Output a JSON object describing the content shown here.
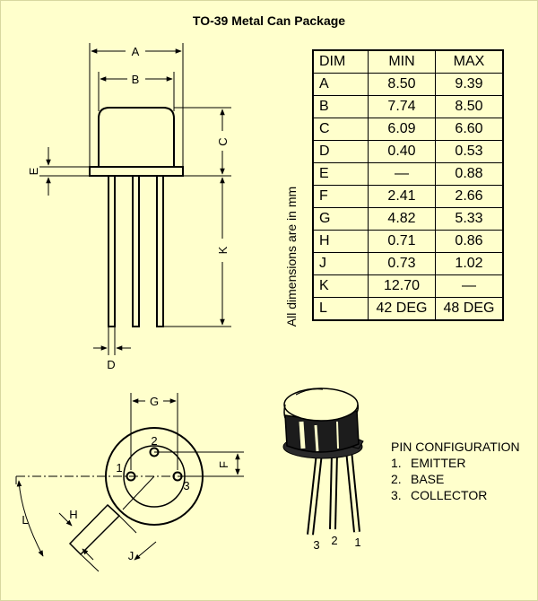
{
  "title": "TO-39 Metal Can Package",
  "table": {
    "headers": [
      "DIM",
      "MIN",
      "MAX"
    ],
    "rows": [
      [
        "A",
        "8.50",
        "9.39"
      ],
      [
        "B",
        "7.74",
        "8.50"
      ],
      [
        "C",
        "6.09",
        "6.60"
      ],
      [
        "D",
        "0.40",
        "0.53"
      ],
      [
        "E",
        "—",
        "0.88"
      ],
      [
        "F",
        "2.41",
        "2.66"
      ],
      [
        "G",
        "4.82",
        "5.33"
      ],
      [
        "H",
        "0.71",
        "0.86"
      ],
      [
        "J",
        "0.73",
        "1.02"
      ],
      [
        "K",
        "12.70",
        "—"
      ],
      [
        "L",
        "42 DEG",
        "48 DEG"
      ]
    ]
  },
  "note": "All dimensions are in mm",
  "side_view_labels": {
    "A": "A",
    "B": "B",
    "C": "C",
    "D": "D",
    "E": "E",
    "K": "K"
  },
  "bottom_view_labels": {
    "G": "G",
    "F": "F",
    "H": "H",
    "J": "J",
    "L": "L",
    "pin1": "1",
    "pin2": "2",
    "pin3": "3"
  },
  "perspective_pin_labels": {
    "p3": "3",
    "p2": "2",
    "p1": "1"
  },
  "pin_configuration": {
    "heading": "PIN CONFIGURATION",
    "items": [
      {
        "num": "1.",
        "name": "EMITTER"
      },
      {
        "num": "2.",
        "name": "BASE"
      },
      {
        "num": "3.",
        "name": "COLLECTOR"
      }
    ]
  }
}
